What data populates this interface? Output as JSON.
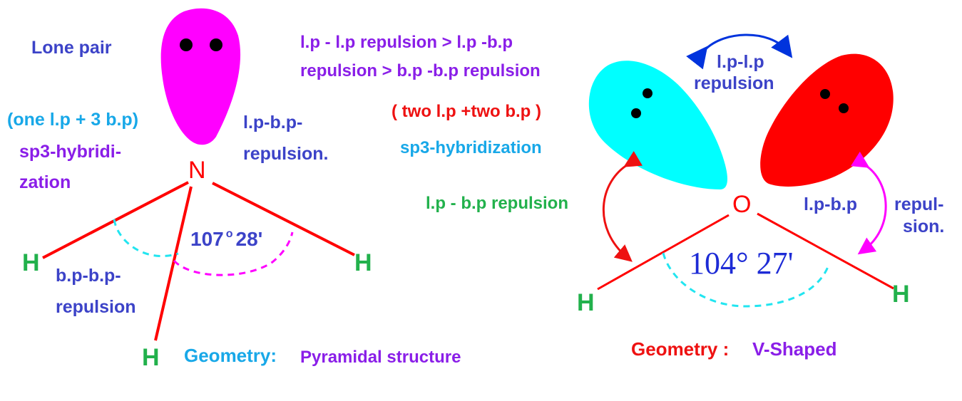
{
  "colors": {
    "lone_pair_magenta": "#ff00ff",
    "cyan_lobe": "#00ffff",
    "red_lobe": "#ff0000",
    "bond_red": "#ff0000",
    "dashed_cyan": "#22e5f0",
    "dashed_magenta": "#ff00ff",
    "arrow_blue": "#0033dd",
    "label_blue": "#3c43c8",
    "label_purple": "#8a1ee8",
    "label_sky": "#18a8e8",
    "label_red": "#ee1111",
    "label_green": "#22b14c"
  },
  "ammonia": {
    "lone_pair_label": "Lone pair",
    "composition": "(one l.p + 3 b.p)",
    "hybridization_line1": "sp3-hybridi-",
    "hybridization_line2": "zation",
    "lp_bp_line1": "l.p-b.p-",
    "lp_bp_line2": "repulsion.",
    "bp_bp_line1": "b.p-b.p-",
    "bp_bp_line2": "repulsion",
    "bond_angle_a": "107",
    "bond_angle_b": "28'",
    "center_atom": "N",
    "h_left": "H",
    "h_right": "H",
    "h_bottom": "H",
    "geometry_label": "Geometry:",
    "geometry_value": "Pyramidal structure"
  },
  "rule": {
    "line1": "l.p - l.p repulsion > l.p -b.p",
    "line2": "repulsion > b.p -b.p repulsion"
  },
  "water": {
    "composition": "( two l.p +two b.p )",
    "hybridization": "sp3-hybridization",
    "lp_lp_line1": "l.p-l.p",
    "lp_lp_line2": "repulsion",
    "lp_bp_left": "l.p - b.p repulsion",
    "lp_bp_right": "l.p-b.p",
    "repulsion_line1": "repul-",
    "repulsion_line2": "sion.",
    "center_atom": "O",
    "h_left": "H",
    "h_right": "H",
    "bond_angle": "104° 27'",
    "geometry_label": "Geometry :",
    "geometry_value": "V-Shaped"
  }
}
